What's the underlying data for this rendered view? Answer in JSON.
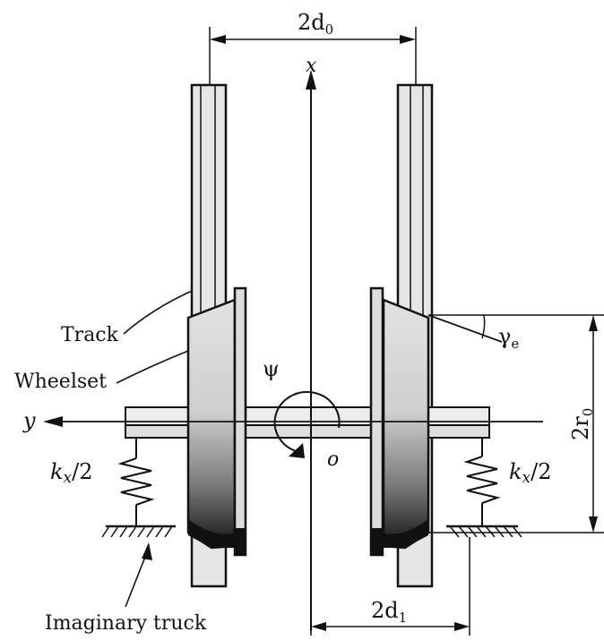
{
  "labels": {
    "track": "Track",
    "wheelset": "Wheelset",
    "imaginary_truck": "Imaginary truck",
    "x_axis": "x",
    "y_axis": "y",
    "origin": "o",
    "yaw": "ψ",
    "cone_angle": "γ",
    "cone_angle_sub": "e",
    "gauge_half": "2d",
    "gauge_half_sub": "0",
    "contact_half": "2d",
    "contact_half_sub": "1",
    "wheel_radius": "2r",
    "wheel_radius_sub": "0",
    "spring_left": "k",
    "spring_left_sub": "x",
    "spring_left_tail": "/2",
    "spring_right": "k",
    "spring_right_sub": "x",
    "spring_right_tail": "/2"
  },
  "colors": {
    "ink": "#111111",
    "rail_fill": "#e6e6e6",
    "axle_fill": "#ececec",
    "wheel_fill": "#dcdcdc",
    "wheel_dark": "#1a1a1a"
  }
}
